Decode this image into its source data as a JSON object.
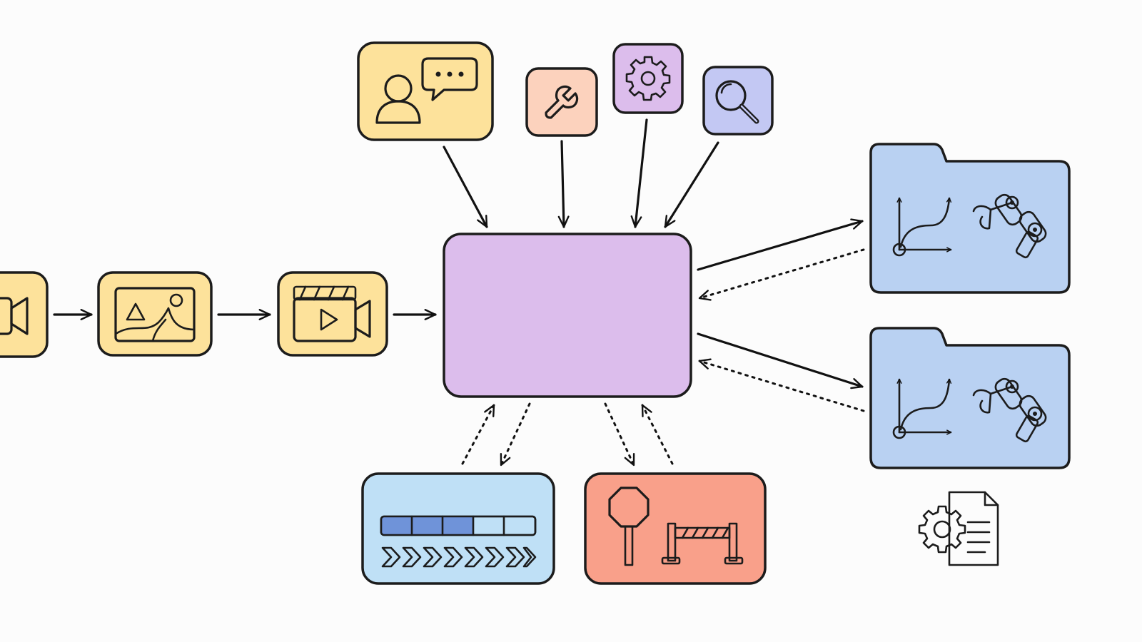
{
  "diagram": {
    "central_node": {
      "label": "",
      "color": "#dcbdec"
    },
    "input_pipeline": [
      {
        "id": "camera-card",
        "icon": "video-camera-icon",
        "color": "#fde29b"
      },
      {
        "id": "image-card",
        "icon": "image-icon",
        "color": "#fde29b"
      },
      {
        "id": "video-clip-card",
        "icon": "clapperboard-video-icon",
        "color": "#fde29b"
      }
    ],
    "top_inputs": [
      {
        "id": "user-chat-card",
        "icon": "user-chat-icon",
        "color": "#fde29b"
      },
      {
        "id": "wrench-card",
        "icon": "wrench-icon",
        "color": "#fcd2bd"
      },
      {
        "id": "gear-card",
        "icon": "gear-icon",
        "color": "#dcbdec"
      },
      {
        "id": "search-card",
        "icon": "magnifier-icon",
        "color": "#c3c8f3"
      }
    ],
    "bottom_modules": [
      {
        "id": "progress-card",
        "icon": "progress-bar-icon",
        "color": "#bfe0f6"
      },
      {
        "id": "stop-barrier-card",
        "icon": "stop-sign-barrier-icon",
        "color": "#f9a08a"
      }
    ],
    "output_folders": [
      {
        "id": "folder-1",
        "icon": "trajectory-robot-arm-icon",
        "color": "#b9d1f2"
      },
      {
        "id": "folder-2",
        "icon": "trajectory-robot-arm-icon",
        "color": "#b9d1f2"
      }
    ],
    "config_file": {
      "icon": "gear-document-icon",
      "color": "#bfe3c6"
    },
    "colors": {
      "ink": "#1c1c1c",
      "background": "#fcfcfc",
      "progress_filled": "#6f93d9",
      "chevron": "#6f93d9",
      "stop_sign": "#f26f5b",
      "gear_green": "#7fbf7f"
    }
  }
}
